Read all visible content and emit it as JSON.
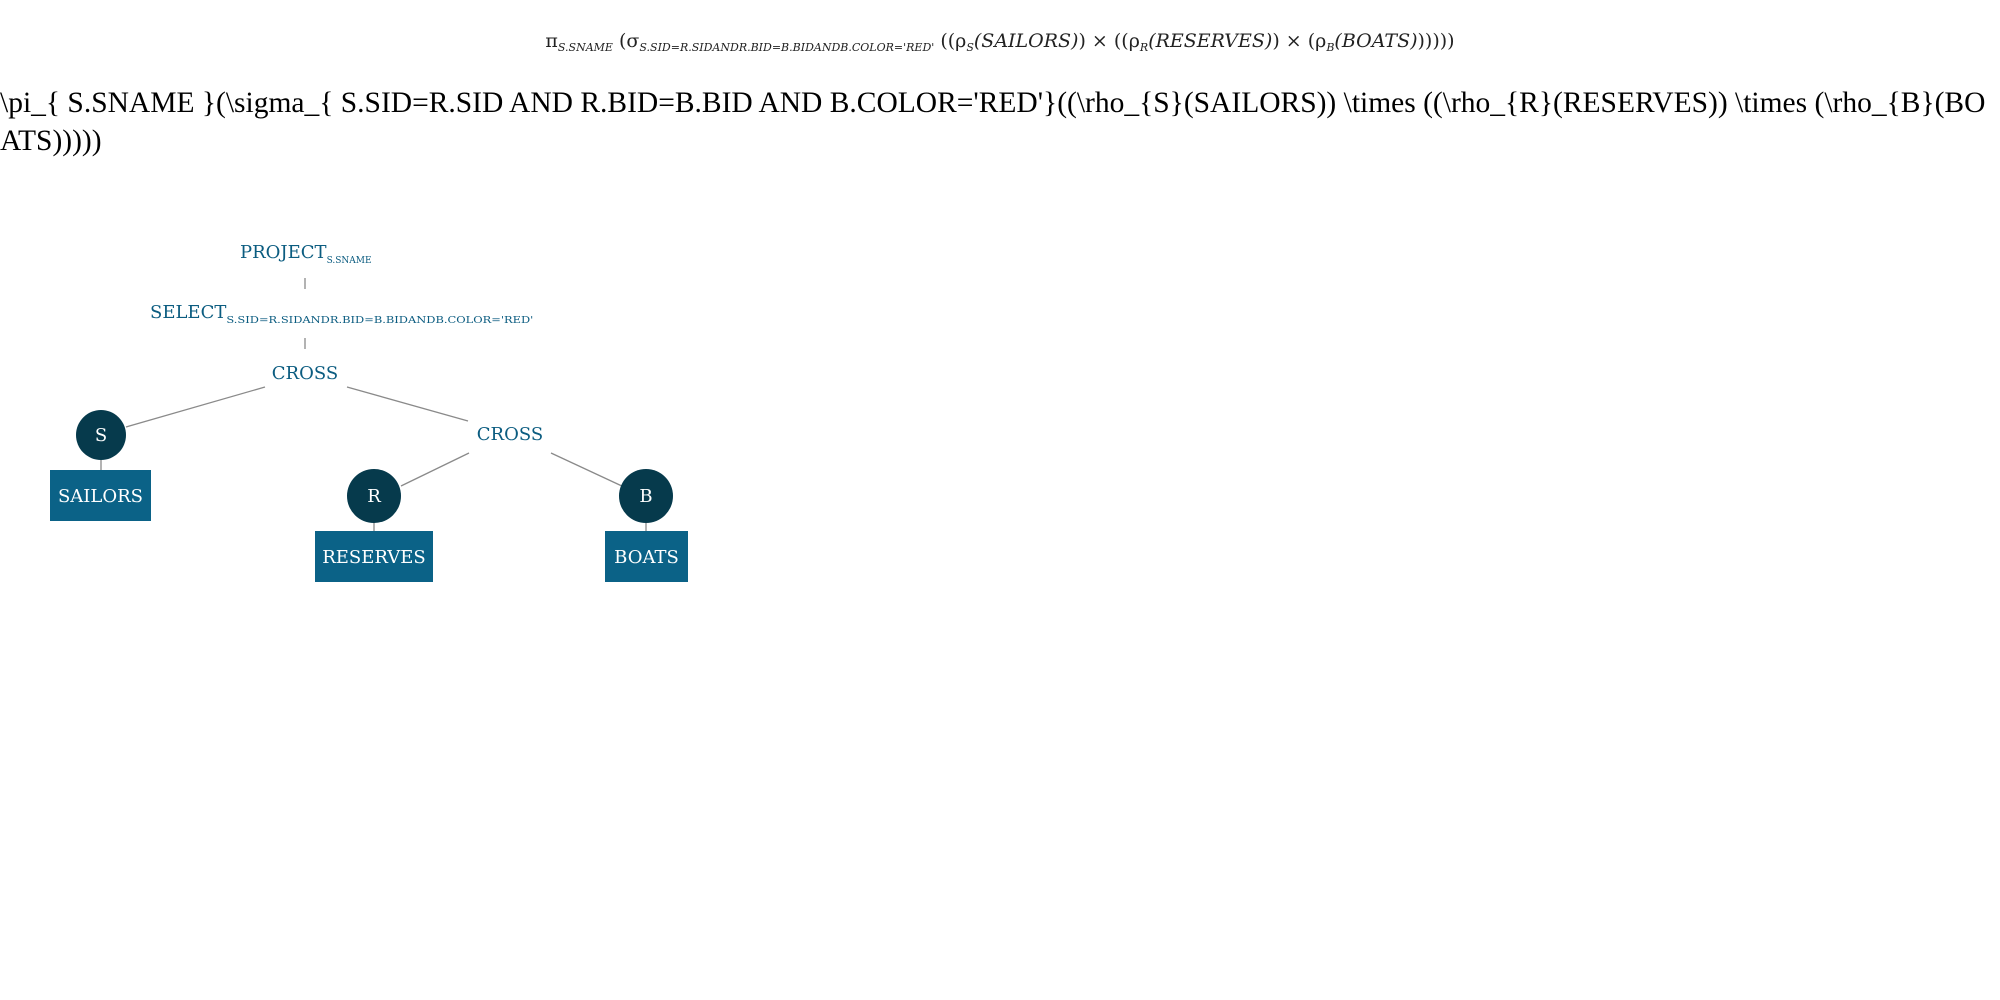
{
  "rendered_expression": {
    "pi": "π",
    "pi_sub": "S.SNAME",
    "sigma": "σ",
    "sigma_sub": "S.SID=R.SIDANDR.BID=B.BIDANDB.COLOR='RED'",
    "open": " ((",
    "rho1": "ρ",
    "rho1_sub": "S",
    "rel1": "(SAILORS)",
    "times1": ") × ((",
    "rho2": "ρ",
    "rho2_sub": "R",
    "rel2": "(RESERVES)",
    "times2": ") × (",
    "rho3": "ρ",
    "rho3_sub": "B",
    "rel3": "(BOATS)",
    "close": ")))))"
  },
  "latex_source": "\\pi_{ S.SNAME }(\\sigma_{ S.SID=R.SID AND R.BID=B.BID AND B.COLOR='RED'}((\\rho_{S}(SAILORS)) \\times ((\\rho_{R}(RESERVES)) \\times (\\rho_{B}(BOATS)))))",
  "tree": {
    "project": {
      "label": "PROJECT",
      "sub": "S.SNAME"
    },
    "select": {
      "label": "SELECT",
      "sub": "S.SID=R.SIDANDR.BID=B.BIDANDB.COLOR='RED'"
    },
    "cross_top": {
      "label": "CROSS"
    },
    "cross_inner": {
      "label": "CROSS"
    },
    "alias_s": {
      "label": "S"
    },
    "alias_r": {
      "label": "R"
    },
    "alias_b": {
      "label": "B"
    },
    "rel_sailors": {
      "label": "SAILORS"
    },
    "rel_reserves": {
      "label": "RESERVES"
    },
    "rel_boats": {
      "label": "BOATS"
    }
  },
  "colors": {
    "operator_text": "#0b5c80",
    "alias_circle": "#063a4c",
    "relation_box": "#0b6287",
    "edge": "#8a8a8a"
  }
}
